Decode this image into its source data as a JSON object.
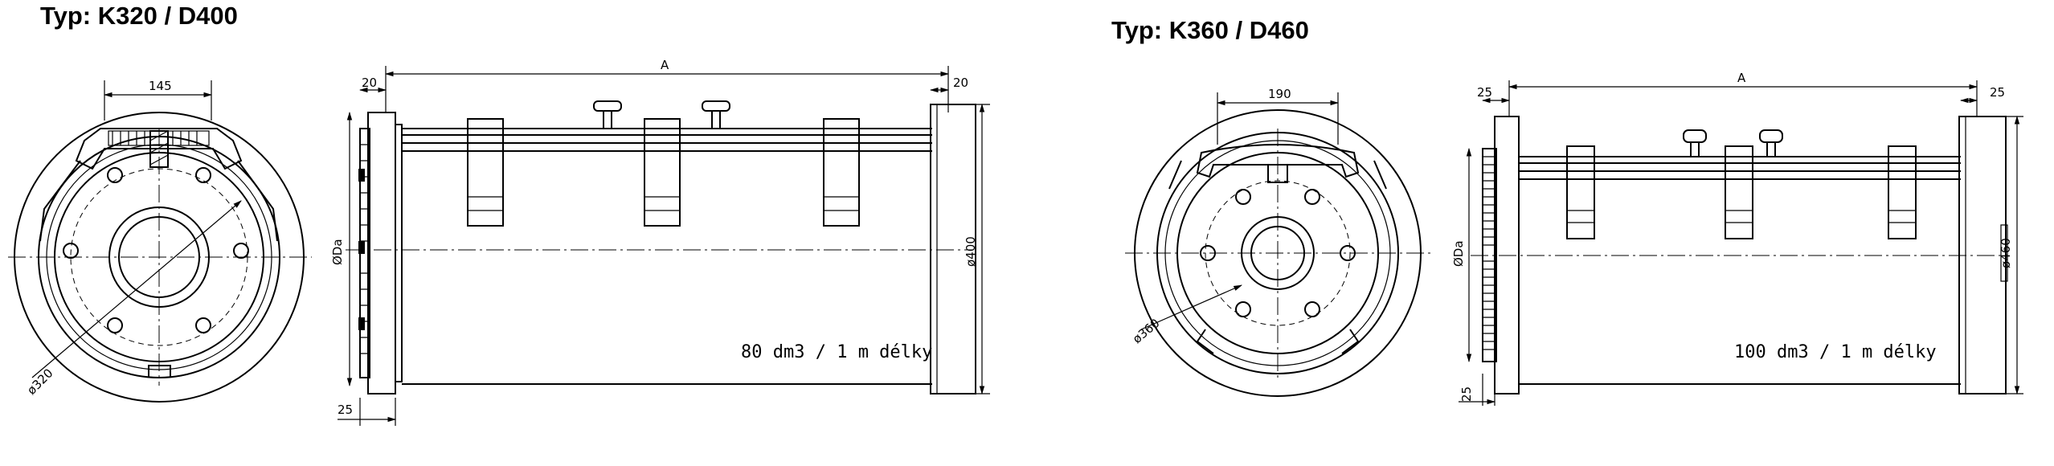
{
  "titles": {
    "left": "Typ: K320 / D400",
    "right": "Typ: K360 / D460"
  },
  "left": {
    "dim_top": "145",
    "dim_circle": "ø320",
    "dim_length": "A",
    "dim_left_flange": "20",
    "dim_right_flange": "20",
    "dim_bottom": "25",
    "dim_inner_dia": "ØDa",
    "dim_outer_dia": "ø400",
    "note": "80 dm3 / 1 m délky"
  },
  "right": {
    "dim_top": "190",
    "dim_circle": "ø360",
    "dim_length": "A",
    "dim_left_flange": "25",
    "dim_right_flange": "25",
    "dim_bottom": "25",
    "dim_inner_dia": "ØDa",
    "dim_outer_dia": "ø460",
    "note": "100 dm3 / 1 m délky"
  }
}
